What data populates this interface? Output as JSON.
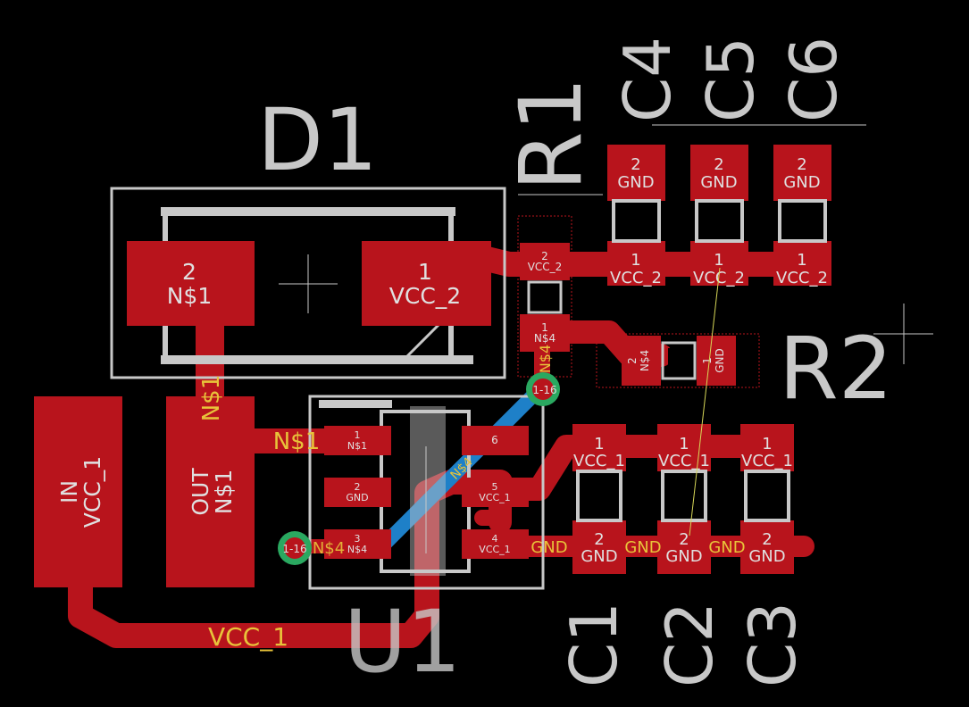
{
  "colors": {
    "background": "#000000",
    "copper_top": "#b8141c",
    "copper_bottom": "#1e80c8",
    "silkscreen": "#c8c8c8",
    "net_label": "#e8c33a",
    "via": "#2aa860"
  },
  "designators": {
    "D1": "D1",
    "R1": "R1",
    "R2": "R2",
    "U1": "U1",
    "C1": "C1",
    "C2": "C2",
    "C3": "C3",
    "C4": "C4",
    "C5": "C5",
    "C6": "C6"
  },
  "d1": {
    "pad2_num": "2",
    "pad2_net": "N$1",
    "pad1_num": "1",
    "pad1_net": "VCC_2"
  },
  "reg": {
    "in_label": "IN",
    "in_net": "VCC_1",
    "out_label": "OUT",
    "out_net": "N$1"
  },
  "r1": {
    "p2_num": "2",
    "p2_net": "VCC_2",
    "p1_num": "1",
    "p1_net": "N$4"
  },
  "r2": {
    "p2_num": "2",
    "p2_net": "N$4",
    "p1_num": "1",
    "p1_net": "GND"
  },
  "caps_top": {
    "top_num": "2",
    "top_net": "GND",
    "bot_num": "1",
    "bot_net": "VCC_2"
  },
  "caps_bot": {
    "top_num": "1",
    "top_net": "VCC_1",
    "bot_num": "2",
    "bot_net": "GND"
  },
  "u1": {
    "p1_num": "1",
    "p1_net": "N$1",
    "p2_num": "2",
    "p2_net": "GND",
    "p3_num": "3",
    "p3_net": "N$4",
    "p4_num": "4",
    "p4_net": "VCC_1",
    "p5_num": "5",
    "p5_net": "VCC_1",
    "p6_num": "6"
  },
  "vias": {
    "v1": "1-16",
    "v2": "1-16"
  },
  "nets": {
    "n1_vertical": "N$1",
    "n1_horizontal": "N$1",
    "n4_bottom": "N$4",
    "n4_diag": "N$4",
    "n4_r1": "N$4",
    "n4_overlap": "N$4",
    "vcc1": "VCC_1",
    "gnd": "GND"
  }
}
